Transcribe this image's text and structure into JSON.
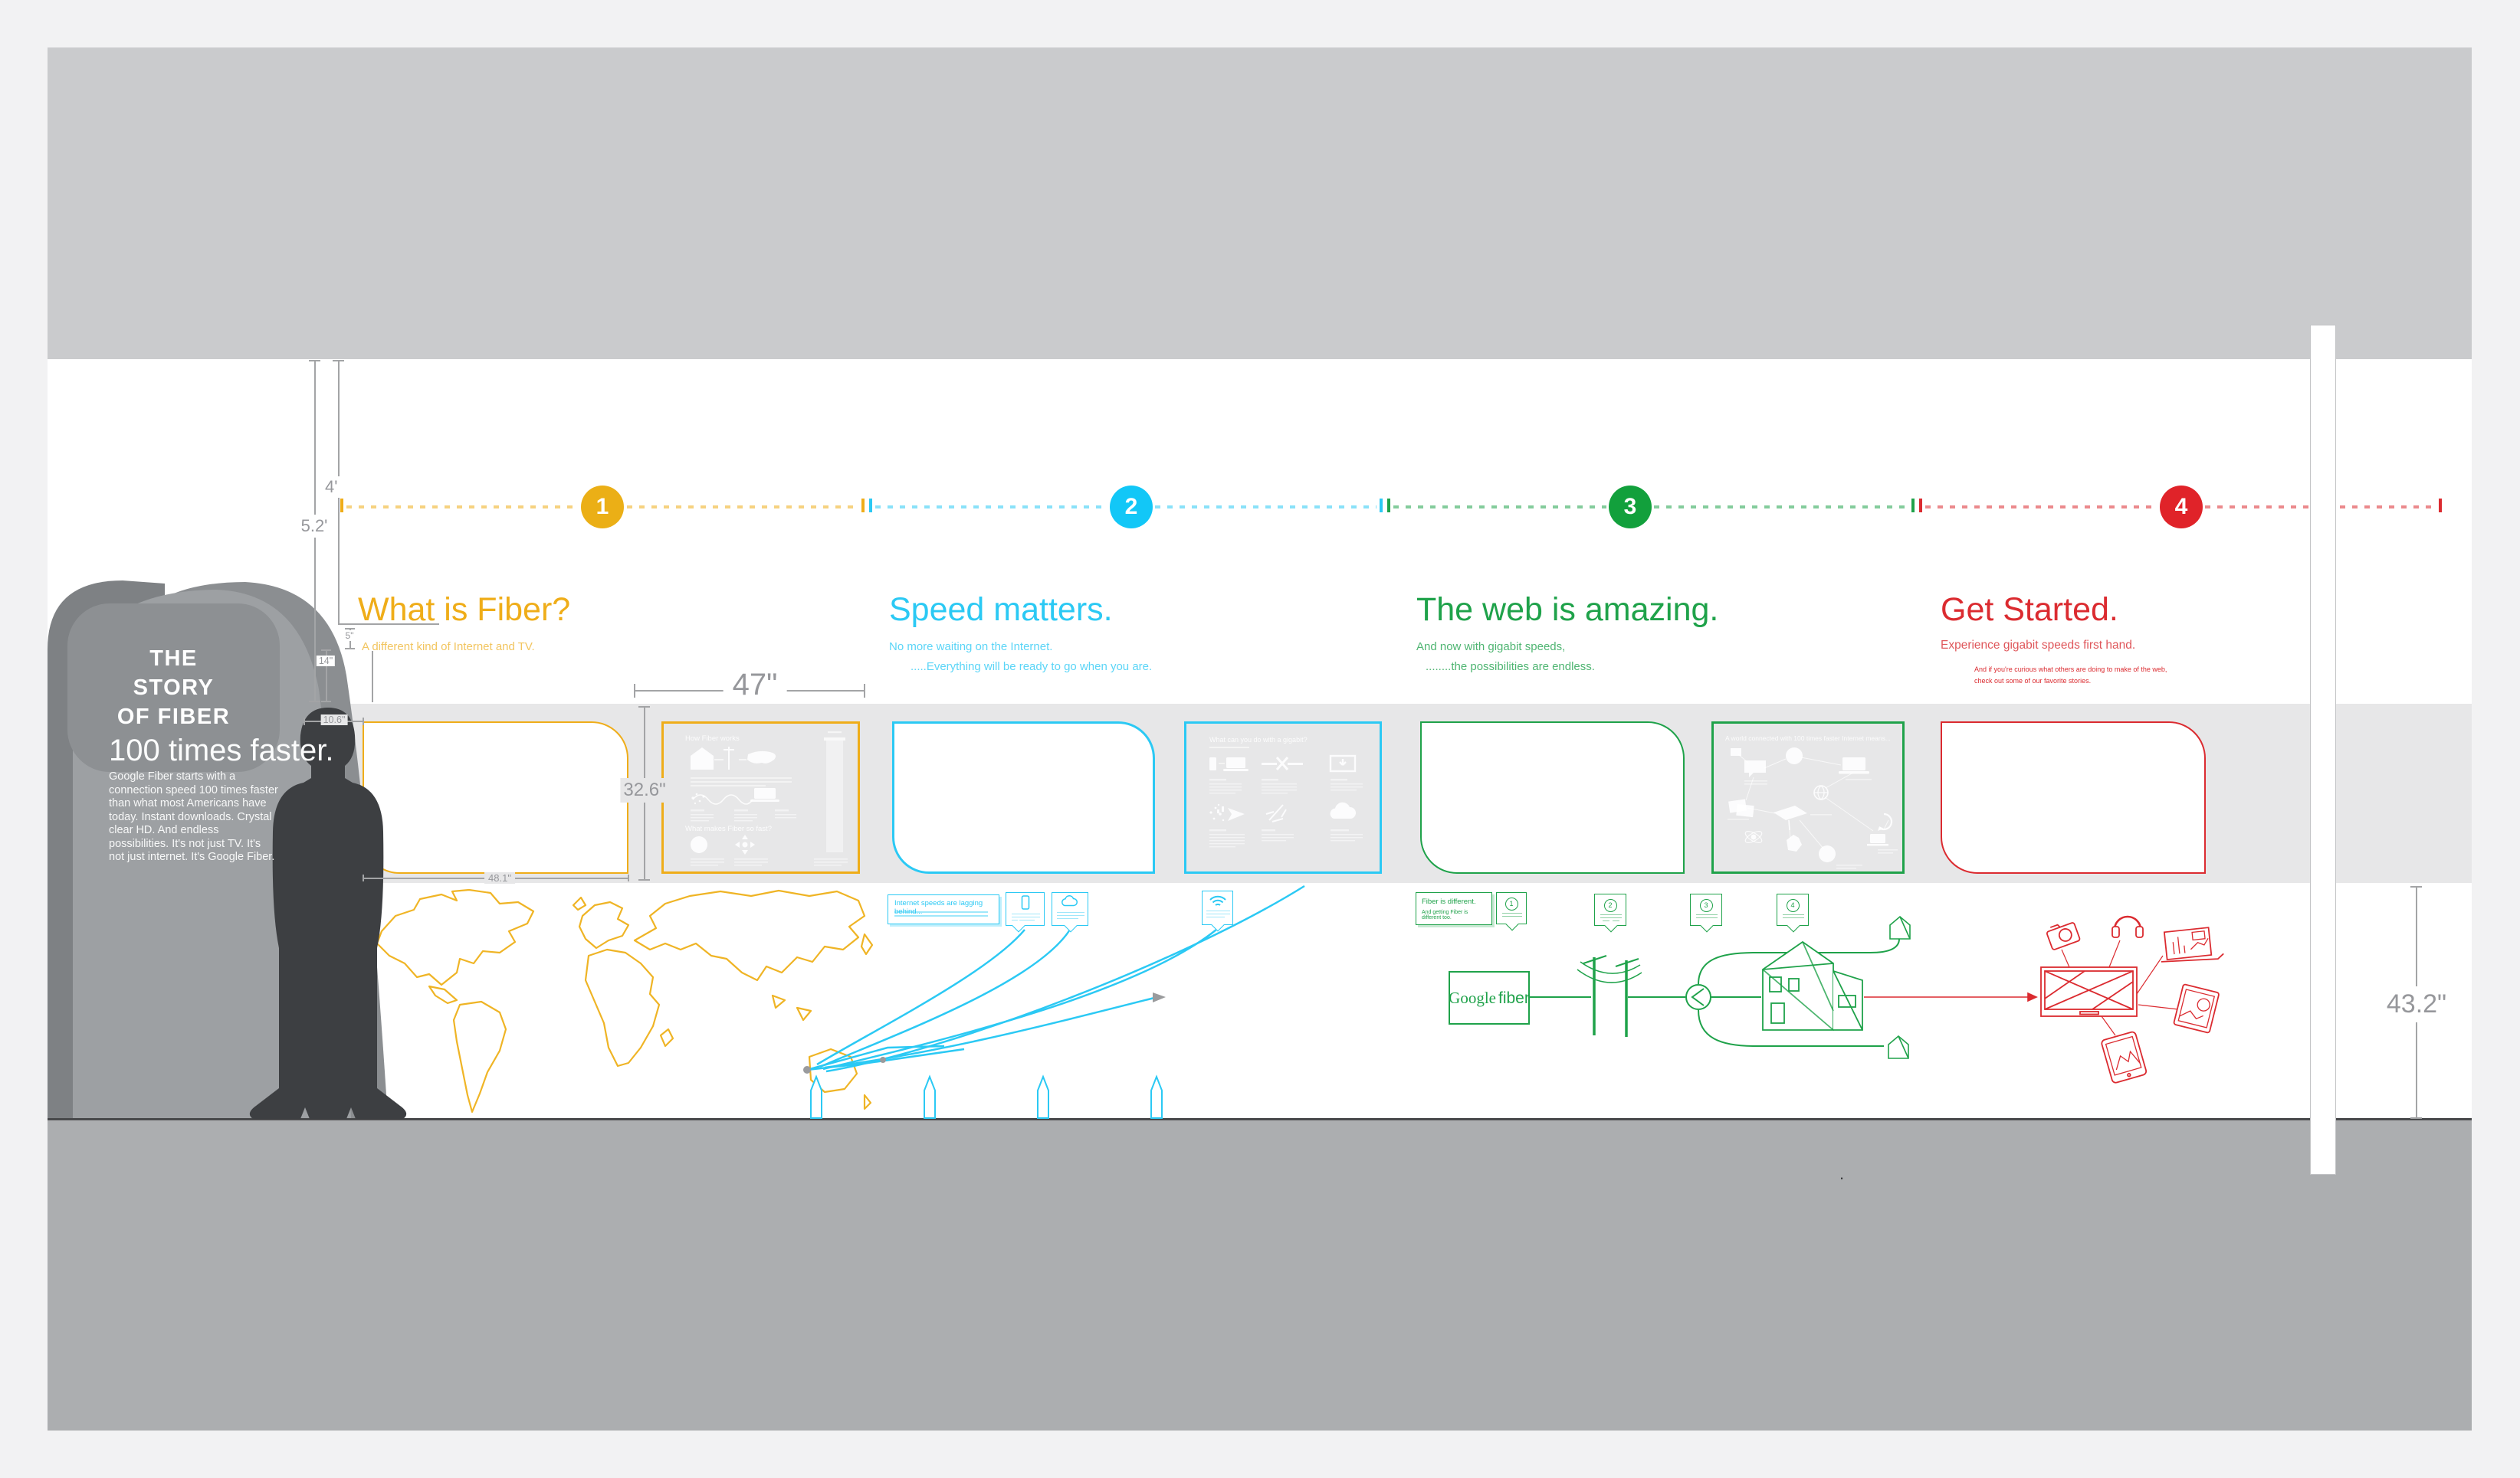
{
  "colors": {
    "section1_yellow": "#EFAD19",
    "section2_cyan": "#2BC9F4",
    "section3_green": "#1FA24A",
    "section4_red": "#DB2B30",
    "wall_top_gray": "#cacbcd",
    "panel_band_gray": "#e7e7e8",
    "floor_gray": "#acaeb0"
  },
  "story": {
    "kicker_lines": [
      "THE",
      "STORY",
      "OF FIBER"
    ],
    "headline": "100 times faster.",
    "body": "Google Fiber starts with a connection speed 100 times faster than what most Americans have today. Instant downloads. Crystal clear HD. And endless possibilities. It's not just TV. It's not just internet. It's Google Fiber."
  },
  "sections": [
    {
      "number": "1",
      "heading": "What is Fiber?",
      "subheading": "A different kind of Internet and TV.",
      "note": ""
    },
    {
      "number": "2",
      "heading": "Speed matters.",
      "subheading": "No more waiting on the Internet.",
      "note": ".....Everything will be ready to go when you are."
    },
    {
      "number": "3",
      "heading": "The web is amazing.",
      "subheading": "And now with gigabit speeds,",
      "note": "........the possibilities are endless."
    },
    {
      "number": "4",
      "heading": "Get Started.",
      "subheading": "Experience gigabit speeds first hand.",
      "note": "And if you're curious what others are doing to make of the web,",
      "note2": "check out some of our favorite stories."
    }
  ],
  "dimensions": {
    "wall_height": "5.2'",
    "timeline_drop": "4'",
    "heading_gap": "5\"",
    "band_gap": "14\"",
    "panel_inset": "10.6\"",
    "panel_span": "47\"",
    "panel_height": "32.6\"",
    "panel_width": "48.1\"",
    "lower_band_height": "43.2\""
  },
  "panels": {
    "how_fiber_works": {
      "title": "How Fiber works",
      "question": "What makes Fiber so fast?"
    },
    "gigabit": {
      "title": "What can you do with a gigabit?"
    },
    "connected_world": {
      "title": "A world connected with 100 times faster Internet means..."
    }
  },
  "callouts": {
    "lagging_title": "Internet speeds are lagging behind...",
    "fiber_different_line1": "Fiber is different.",
    "fiber_different_line2": "And getting Fiber is different too.",
    "steps": [
      "1",
      "2",
      "3",
      "4"
    ]
  },
  "logo": {
    "google": "Google",
    "fiber": "fiber"
  },
  "misc": {
    "stray_dot": "."
  }
}
